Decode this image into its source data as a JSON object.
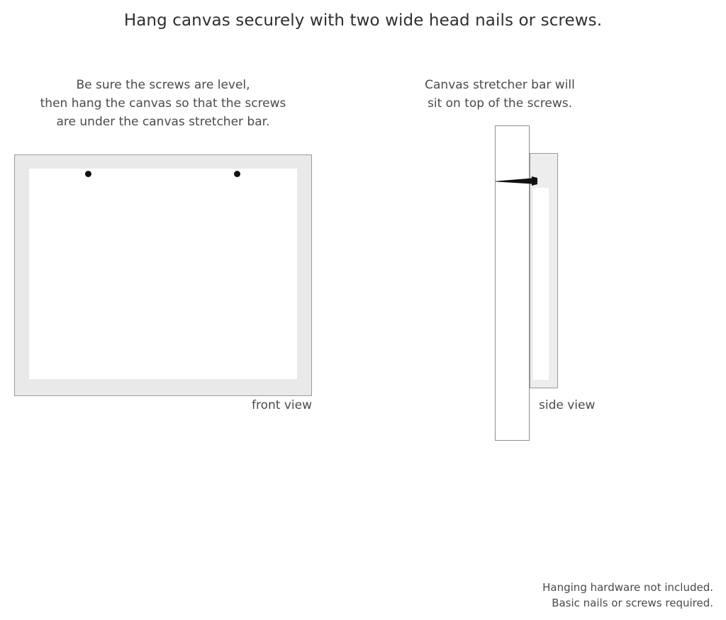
{
  "title": "Hang canvas securely with two wide head nails or screws.",
  "captions": {
    "left": {
      "line1": "Be sure the screws are level,",
      "line2": "then hang the canvas so that the screws",
      "line3": "are under the canvas stretcher bar."
    },
    "right": {
      "line1": "Canvas stretcher bar will",
      "line2": "sit on top of the screws."
    }
  },
  "diagrams": {
    "front": {
      "label": "front view",
      "screw_count": 2
    },
    "side": {
      "label": "side view"
    }
  },
  "footer": {
    "line1": "Hanging hardware not included.",
    "line2": "Basic nails or screws required."
  },
  "colors": {
    "frame_fill": "#e9e9e9",
    "panel_fill": "#ffffff",
    "frame_border": "#9a9a9a",
    "screw": "#111111",
    "text": "#4a4a4a",
    "title_text": "#2f2f2f"
  }
}
